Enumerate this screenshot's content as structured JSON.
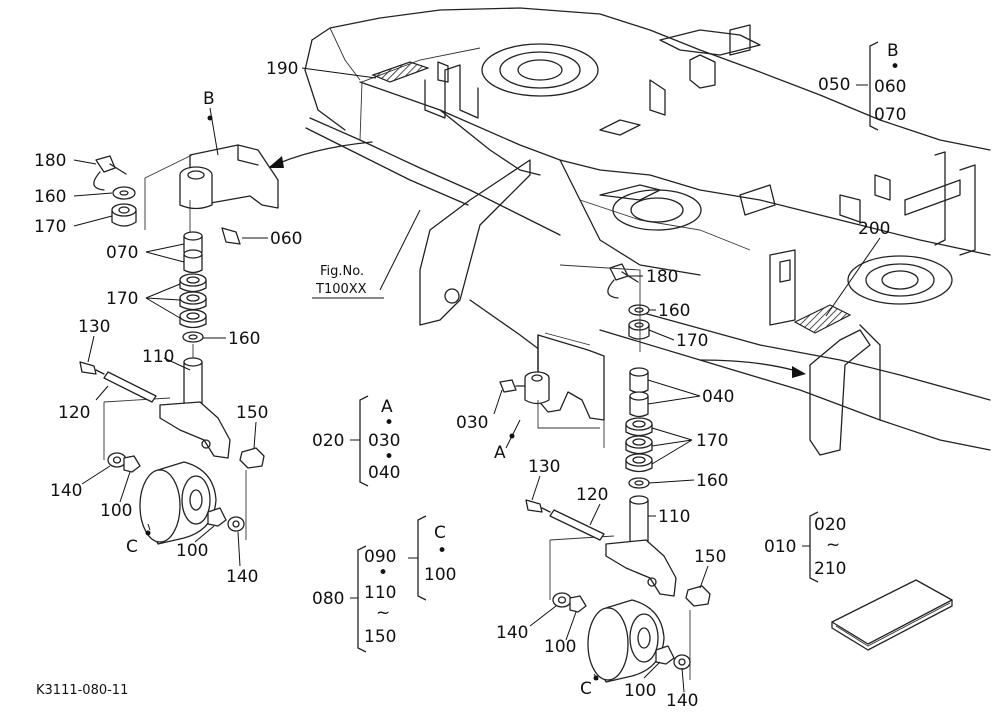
{
  "callouts": {
    "c190": "190",
    "c200": "200",
    "b_top": "B",
    "b_left": "B",
    "a_mid": "A",
    "c_left": "C",
    "c_right": "C",
    "l180": "180",
    "l160": "160",
    "l170": "170",
    "l070": "070",
    "l060": "060",
    "l170b": "170",
    "l160b": "160",
    "l130": "130",
    "l110": "110",
    "l120": "120",
    "l150": "150",
    "l140": "140",
    "l100": "100",
    "l100b": "100",
    "l140b": "140",
    "r180": "180",
    "r160": "160",
    "r170": "170",
    "r040": "040",
    "r170b": "170",
    "r160b": "160",
    "r030": "030",
    "r130": "130",
    "r120": "120",
    "r110": "110",
    "r150": "150",
    "r140": "140",
    "r100": "100",
    "r100b": "100",
    "r140b": "140"
  },
  "figref": {
    "line1": "Fig.No.",
    "line2": "T100XX"
  },
  "groups": {
    "g050": {
      "code": "050",
      "top": "B",
      "dot": "•",
      "a": "060",
      "b": "070"
    },
    "g020": {
      "code": "020",
      "top": "A",
      "dot1": "•",
      "a": "030",
      "dot2": "•",
      "b": "040"
    },
    "g080": {
      "code": "080",
      "a": "090",
      "dot": "•",
      "b": "110",
      "tilde": "~",
      "c": "150"
    },
    "gC": {
      "top": "C",
      "dot": "•",
      "a": "100"
    },
    "g010": {
      "code": "010",
      "a": "020",
      "tilde": "~",
      "b": "210"
    }
  },
  "footer": {
    "code": "K3111-080-11"
  }
}
